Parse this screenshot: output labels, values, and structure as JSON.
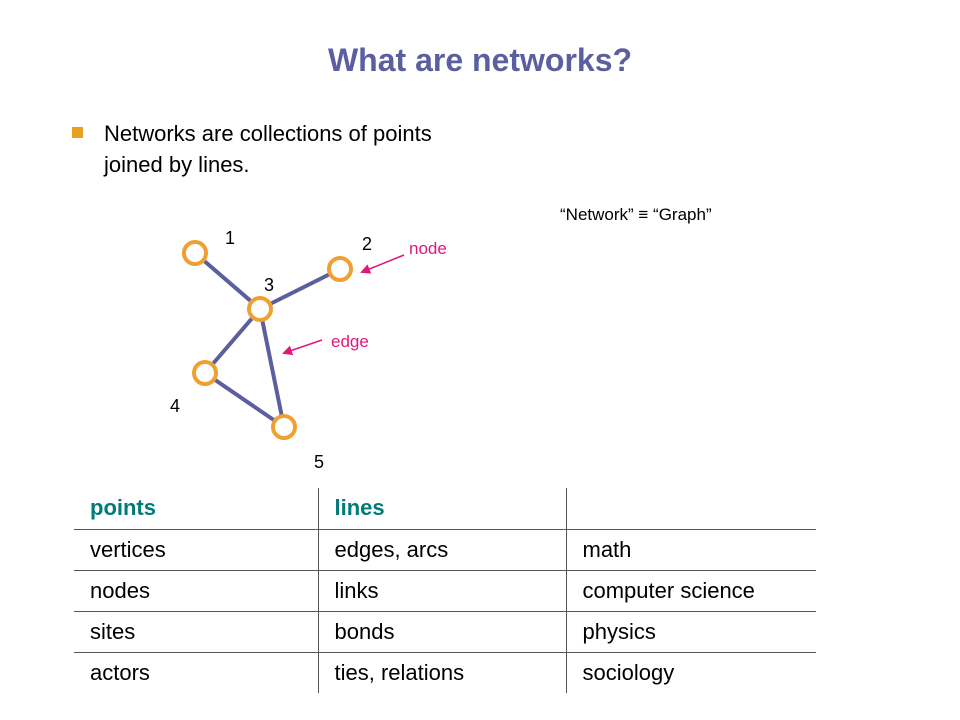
{
  "slide": {
    "title": "What are networks?",
    "bullet": "Networks are collections of points joined by lines.",
    "equivalence": "“Network” ≡ “Graph”"
  },
  "colors": {
    "title": "#5b5fa0",
    "node_stroke": "#f0a030",
    "edge": "#5b5fa0",
    "annotation": "#e0187a",
    "table_header": "#007a7a",
    "bullet": "#e8a020"
  },
  "graph": {
    "nodes": [
      {
        "id": "1",
        "label": "1"
      },
      {
        "id": "2",
        "label": "2"
      },
      {
        "id": "3",
        "label": "3"
      },
      {
        "id": "4",
        "label": "4"
      },
      {
        "id": "5",
        "label": "5"
      }
    ],
    "edges": [
      {
        "from": "1",
        "to": "3"
      },
      {
        "from": "2",
        "to": "3"
      },
      {
        "from": "3",
        "to": "4"
      },
      {
        "from": "3",
        "to": "5"
      },
      {
        "from": "4",
        "to": "5"
      }
    ],
    "annotations": {
      "node": "node",
      "edge": "edge"
    }
  },
  "table": {
    "headers": [
      "points",
      "lines",
      ""
    ],
    "rows": [
      [
        "vertices",
        "edges, arcs",
        "math"
      ],
      [
        "nodes",
        "links",
        "computer science"
      ],
      [
        "sites",
        "bonds",
        "physics"
      ],
      [
        "actors",
        "ties, relations",
        "sociology"
      ]
    ]
  }
}
